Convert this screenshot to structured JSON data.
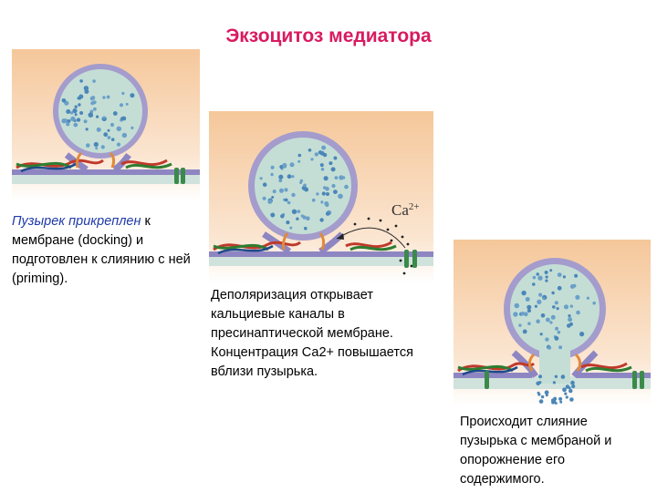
{
  "title": "Экзоцитоз медиатора",
  "panel1": {
    "caption_highlight": "Пузырек прикреплен",
    "caption_rest": " к мембране (docking) и подготовлен к слиянию с ней (priming)."
  },
  "panel2": {
    "ion_label": "Ca",
    "ion_charge": "2+",
    "caption": "Деполяризация открывает кальциевые каналы в пресинаптической мембране. Концентрация Са2+ повышается вблизи пузырька."
  },
  "panel3": {
    "caption": "Происходит слияние пузырька с мембраной и опорожнение его содержимого."
  },
  "colors": {
    "title": "#d81b60",
    "highlight": "#1f3aa8",
    "background_top": "#f5c79a",
    "background_bottom": "#ffffff",
    "vesicle_fill": "#c4ded6",
    "vesicle_ring": "#a49ccc",
    "membrane": "#8e86c2",
    "cleft": "#cfe3dc"
  }
}
